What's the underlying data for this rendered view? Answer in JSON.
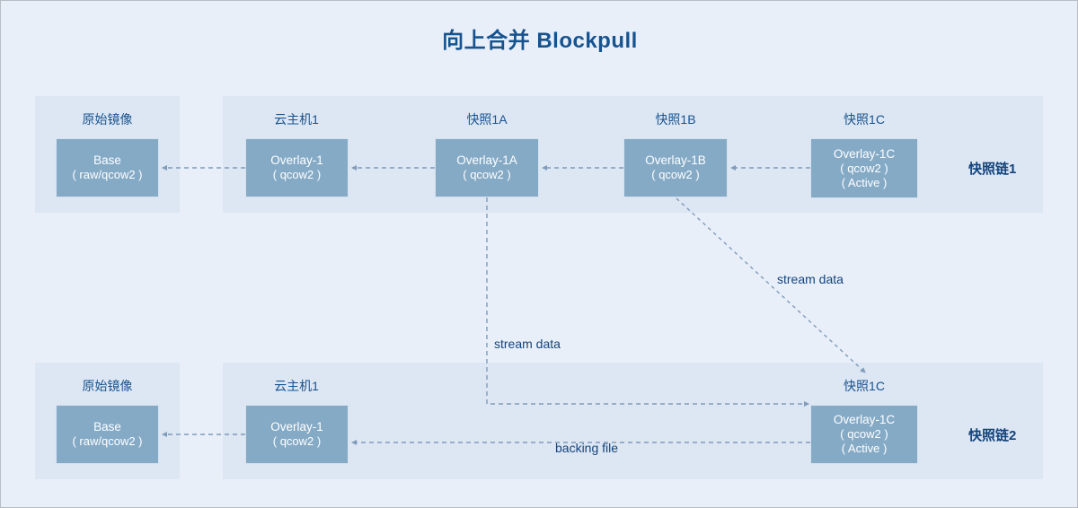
{
  "page": {
    "title": "向上合并 Blockpull",
    "background": "#e9eff9",
    "panel_color": "#dde6f3",
    "node_color": "#85aac6",
    "accent_color": "#13447c",
    "line_color": "#7f9cbb"
  },
  "chain1": {
    "chain_label": "快照链1",
    "groups": [
      {
        "label": "原始镜像",
        "node": {
          "line1": "Base",
          "line2": "( raw/qcow2 )",
          "line3": ""
        }
      },
      {
        "label": "云主机1",
        "node": {
          "line1": "Overlay-1",
          "line2": "( qcow2 )",
          "line3": ""
        }
      },
      {
        "label": "快照1A",
        "node": {
          "line1": "Overlay-1A",
          "line2": "( qcow2 )",
          "line3": ""
        }
      },
      {
        "label": "快照1B",
        "node": {
          "line1": "Overlay-1B",
          "line2": "( qcow2 )",
          "line3": ""
        }
      },
      {
        "label": "快照1C",
        "node": {
          "line1": "Overlay-1C",
          "line2": "( qcow2 )",
          "line3": "( Active )"
        }
      }
    ]
  },
  "chain2": {
    "chain_label": "快照链2",
    "groups": [
      {
        "label": "原始镜像",
        "node": {
          "line1": "Base",
          "line2": "( raw/qcow2 )",
          "line3": ""
        }
      },
      {
        "label": "云主机1",
        "node": {
          "line1": "Overlay-1",
          "line2": "( qcow2 )",
          "line3": ""
        }
      },
      {
        "label": "快照1C",
        "node": {
          "line1": "Overlay-1C",
          "line2": "( qcow2 )",
          "line3": "( Active )"
        }
      }
    ]
  },
  "edges": {
    "stream_data_vertical": "stream data",
    "stream_data_diagonal": "stream data",
    "backing_file": "backing file"
  }
}
